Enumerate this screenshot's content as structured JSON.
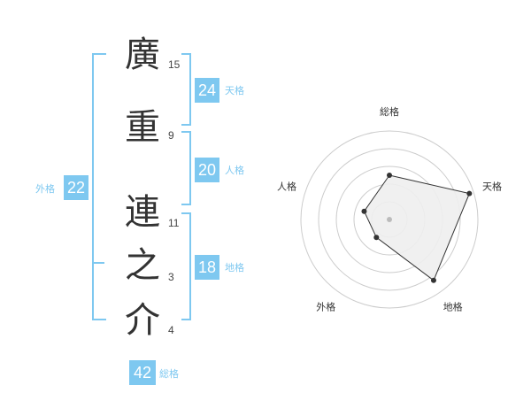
{
  "name": {
    "chars": [
      "廣",
      "重",
      "連",
      "之",
      "介"
    ],
    "strokes": [
      "15",
      "9",
      "11",
      "3",
      "4"
    ]
  },
  "kaku": {
    "tenkaku": {
      "value": "24",
      "label": "天格"
    },
    "jinkaku": {
      "value": "20",
      "label": "人格"
    },
    "chikaku": {
      "value": "18",
      "label": "地格"
    },
    "gaikaku": {
      "value": "22",
      "label": "外格"
    },
    "soukaku": {
      "value": "42",
      "label": "総格"
    }
  },
  "radar": {
    "axes": [
      "総格",
      "天格",
      "地格",
      "外格",
      "人格"
    ],
    "values": [
      0.5,
      0.95,
      0.85,
      0.25,
      0.3
    ],
    "colors": {
      "fill": "#eeeeee",
      "stroke": "#333333",
      "grid": "#cccccc",
      "accent": "#7ec8f0"
    }
  }
}
